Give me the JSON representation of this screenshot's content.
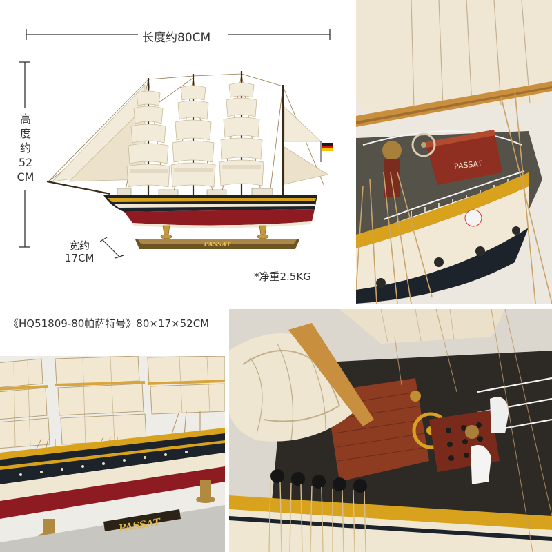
{
  "dimensions": {
    "length": "长度约80CM",
    "height_chars": [
      "高",
      "度",
      "约",
      "52",
      "CM"
    ],
    "width_line1": "宽约",
    "width_line2": "17CM"
  },
  "weight": "*净重2.5KG",
  "product_title": "《HQ51809-80帕萨特号》80×17×52CM",
  "ship": {
    "base_label": "PASSAT",
    "stern_label": "PASSAT",
    "flag_colors": [
      "#1a1a1a",
      "#d01818",
      "#f2c400"
    ]
  },
  "colors": {
    "hull_black": "#1c232b",
    "hull_red": "#8e1b22",
    "stripe_white": "#efe7d2",
    "stripe_gold": "#d9a21c",
    "sail": "#f3ebd9",
    "sail_shade": "#d9ccb0",
    "wood": "#b7632c",
    "base_brass": "#a9884a"
  }
}
